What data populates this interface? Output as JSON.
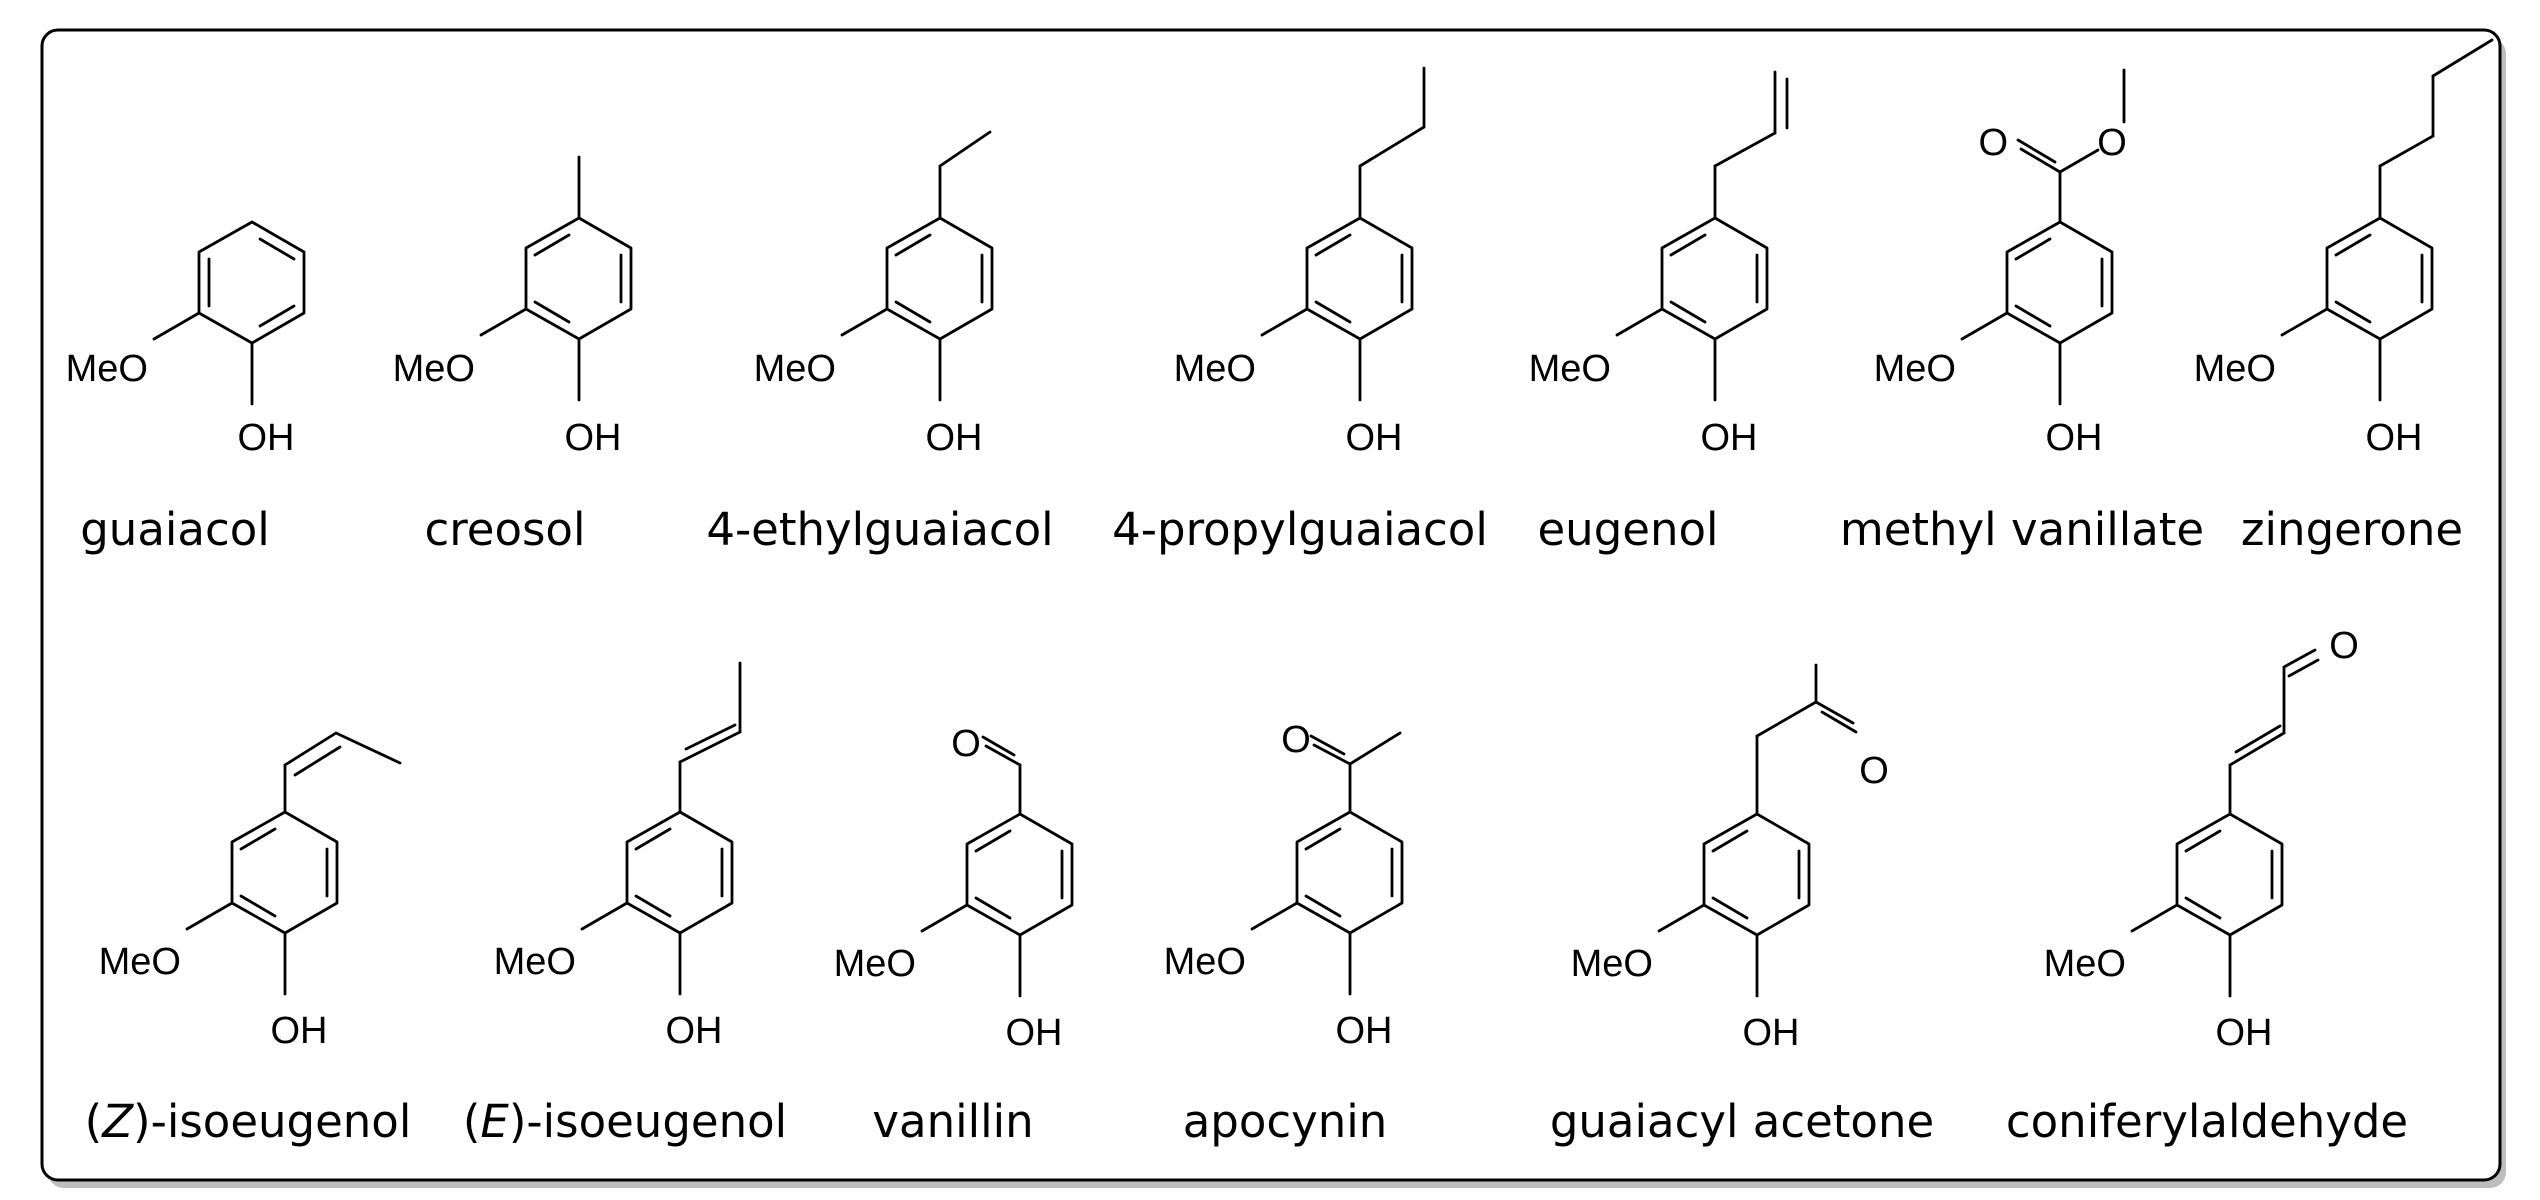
{
  "frame": {
    "border_color": "#000000",
    "shadow_color": "#bdbdbd",
    "background": "#ffffff"
  },
  "labels": {
    "methoxy": "MeO",
    "hydroxyl": "OH",
    "oxygen": "O"
  },
  "compounds": [
    {
      "name": "guaiacol",
      "substituent": "H"
    },
    {
      "name": "creosol",
      "substituent": "methyl"
    },
    {
      "name": "4-ethylguaiacol",
      "substituent": "ethyl"
    },
    {
      "name": "4-propylguaiacol",
      "substituent": "propyl"
    },
    {
      "name": "eugenol",
      "substituent": "allyl"
    },
    {
      "name": "methyl vanillate",
      "substituent": "methyl ester"
    },
    {
      "name": "zingerone",
      "substituent": "butyl chain"
    },
    {
      "name_prefix": "(",
      "name_italic": "Z",
      "name_suffix": ")-isoeugenol",
      "substituent": "(Z)-propenyl"
    },
    {
      "name_prefix": "(",
      "name_italic": "E",
      "name_suffix": ")-isoeugenol",
      "substituent": "(E)-propenyl"
    },
    {
      "name": "vanillin",
      "substituent": "aldehyde"
    },
    {
      "name": "apocynin",
      "substituent": "acetyl"
    },
    {
      "name": "guaiacyl acetone",
      "substituent": "acetonyl"
    },
    {
      "name": "coniferylaldehyde",
      "substituent": "propenal"
    }
  ]
}
